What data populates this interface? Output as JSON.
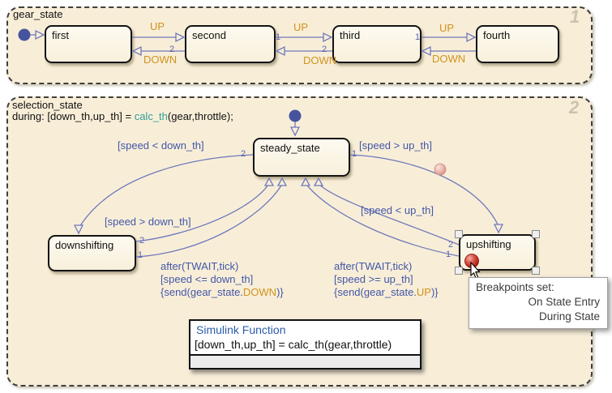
{
  "colors": {
    "region_fill": "#f8eed8",
    "state_fill": "#fdf9ee",
    "transition_line": "#7079bb",
    "label_blue": "#4256a8",
    "event_orange": "#d0921e",
    "function_teal": "#2f9e98",
    "simulink_blue": "#2b5ca9",
    "breakpoint_red": "#c0271a"
  },
  "gear_region": {
    "title": "gear_state",
    "corner_number": "1",
    "states": [
      {
        "name": "first"
      },
      {
        "name": "second"
      },
      {
        "name": "third"
      },
      {
        "name": "fourth"
      }
    ],
    "pairs": [
      {
        "up": "UP",
        "down": "DOWN",
        "down_num": "2"
      },
      {
        "up": "UP",
        "down": "DOWN",
        "up_num": "1",
        "down_num": "2"
      },
      {
        "up": "UP",
        "down": "DOWN",
        "up_num": "1"
      }
    ]
  },
  "selection_region": {
    "title": "selection_state",
    "corner_number": "2",
    "during": {
      "prefix": "during: [down_th,up_th] = ",
      "fn": "calc_th",
      "suffix": "(gear,throttle);"
    },
    "states": {
      "steady": "steady_state",
      "down": "downshifting",
      "up": "upshifting"
    },
    "guards": {
      "steady_to_down": "[speed < down_th]",
      "steady_to_up": "[speed > up_th]",
      "down_to_steady": "[speed > down_th]",
      "up_to_steady": "[speed < up_th]"
    },
    "numbers": {
      "steady_left": "2",
      "steady_right": "1",
      "down_upper": "2",
      "down_lower": "1",
      "up_upper": "2",
      "up_lower": "1"
    },
    "down_action": {
      "line1": "after(TWAIT,tick)",
      "line2": "[speed <= down_th]",
      "line3_pre": "{send(gear_state.",
      "line3_event": "DOWN",
      "line3_post": ")}"
    },
    "up_action": {
      "line1": "after(TWAIT,tick)",
      "line2": "[speed >= up_th]",
      "line3_pre": "{send(gear_state.",
      "line3_event": "UP",
      "line3_post": ")}"
    }
  },
  "simulink_function": {
    "title": "Simulink Function",
    "code": "[down_th,up_th] = calc_th(gear,throttle)"
  },
  "tooltip": {
    "title": "Breakpoints set:",
    "lines": [
      "On State Entry",
      "During State"
    ]
  }
}
